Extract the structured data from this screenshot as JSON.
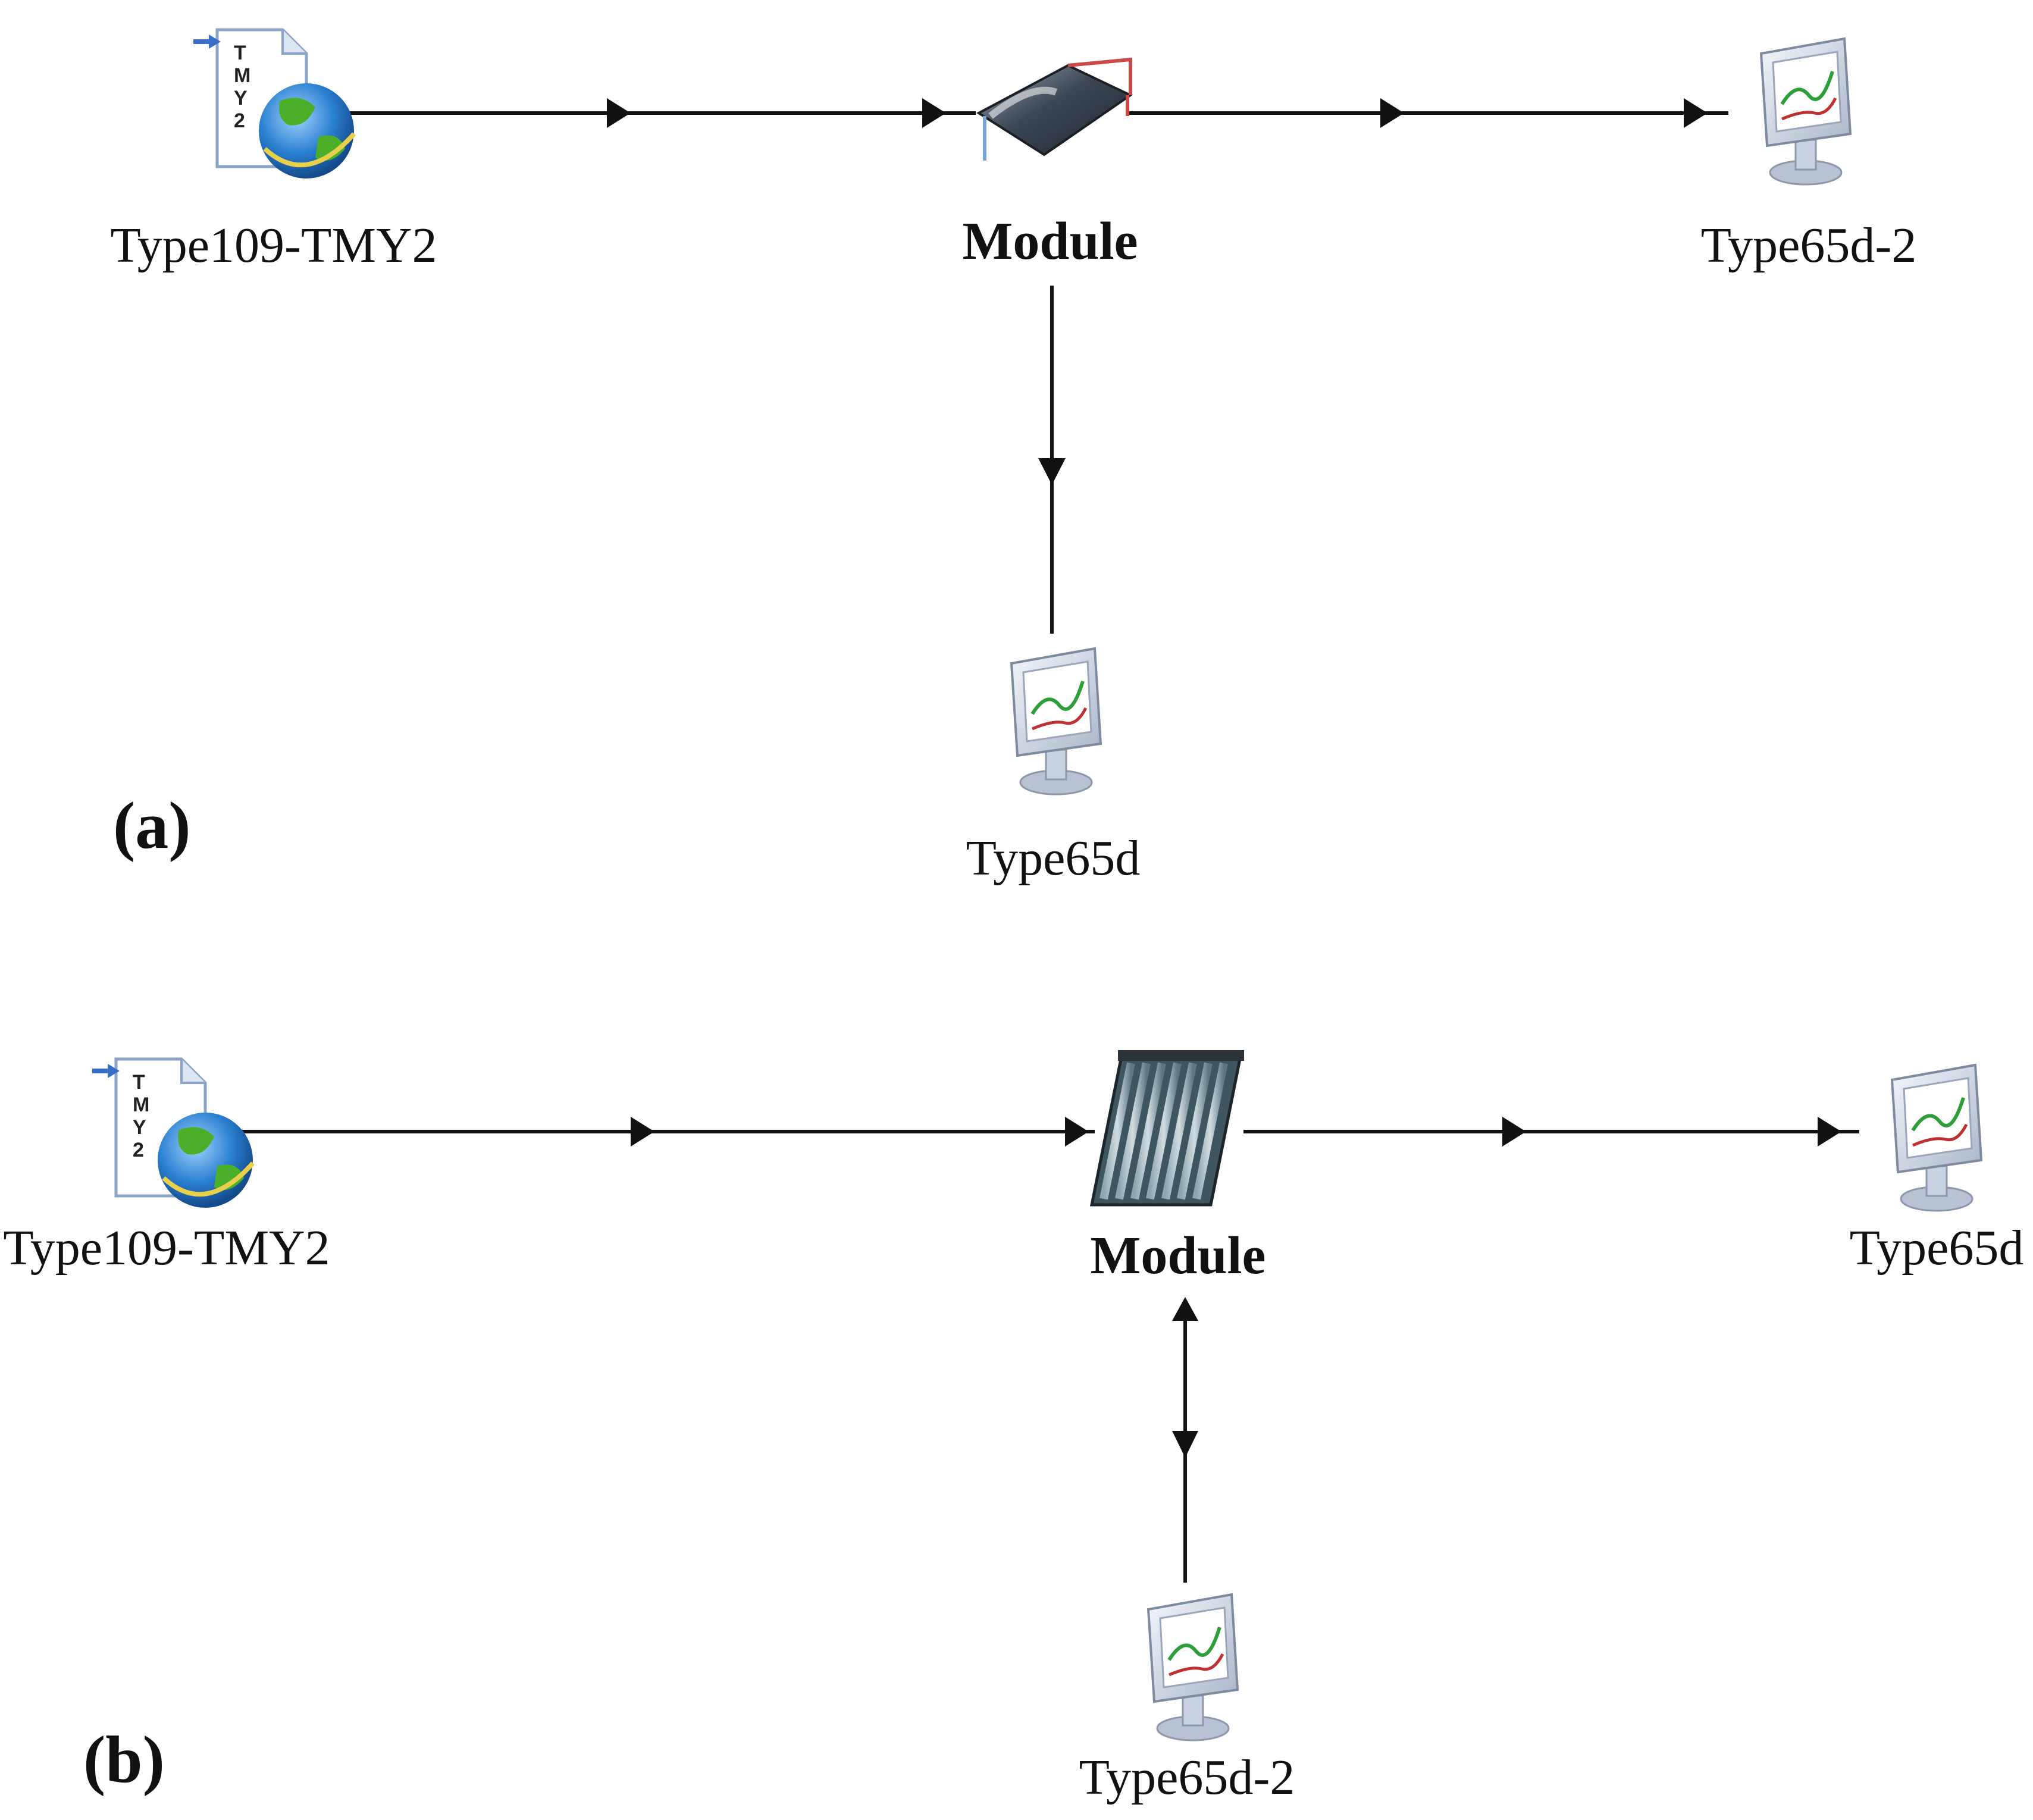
{
  "panels": [
    {
      "id": "a",
      "label": "(a)",
      "components": {
        "weather": {
          "label": "Type109-TMY2",
          "icon": "tmy2-weather-file-icon",
          "badge": [
            "T",
            "M",
            "Y",
            "2"
          ]
        },
        "module": {
          "label": "Module",
          "icon": "flat-plate-collector-icon"
        },
        "printer_right": {
          "label": "Type65d-2",
          "icon": "online-plotter-monitor-icon"
        },
        "printer_bottom": {
          "label": "Type65d",
          "icon": "online-plotter-monitor-icon"
        }
      }
    },
    {
      "id": "b",
      "label": "(b)",
      "components": {
        "weather": {
          "label": "Type109-TMY2",
          "icon": "tmy2-weather-file-icon",
          "badge": [
            "T",
            "M",
            "Y",
            "2"
          ]
        },
        "module": {
          "label": "Module",
          "icon": "evacuated-tube-collector-icon"
        },
        "printer_right": {
          "label": "Type65d",
          "icon": "online-plotter-monitor-icon"
        },
        "printer_bottom": {
          "label": "Type65d-2",
          "icon": "online-plotter-monitor-icon"
        }
      }
    }
  ],
  "colors": {
    "wire": "#111111",
    "globe_blue": "#2a7fd0",
    "globe_green": "#4caf2a",
    "monitor_frame": "#cfd8e6",
    "plot_green": "#2e9e3a",
    "plot_red": "#c03030",
    "collector_dark": "#3c4654",
    "collector_frame": "#c94a4a"
  }
}
